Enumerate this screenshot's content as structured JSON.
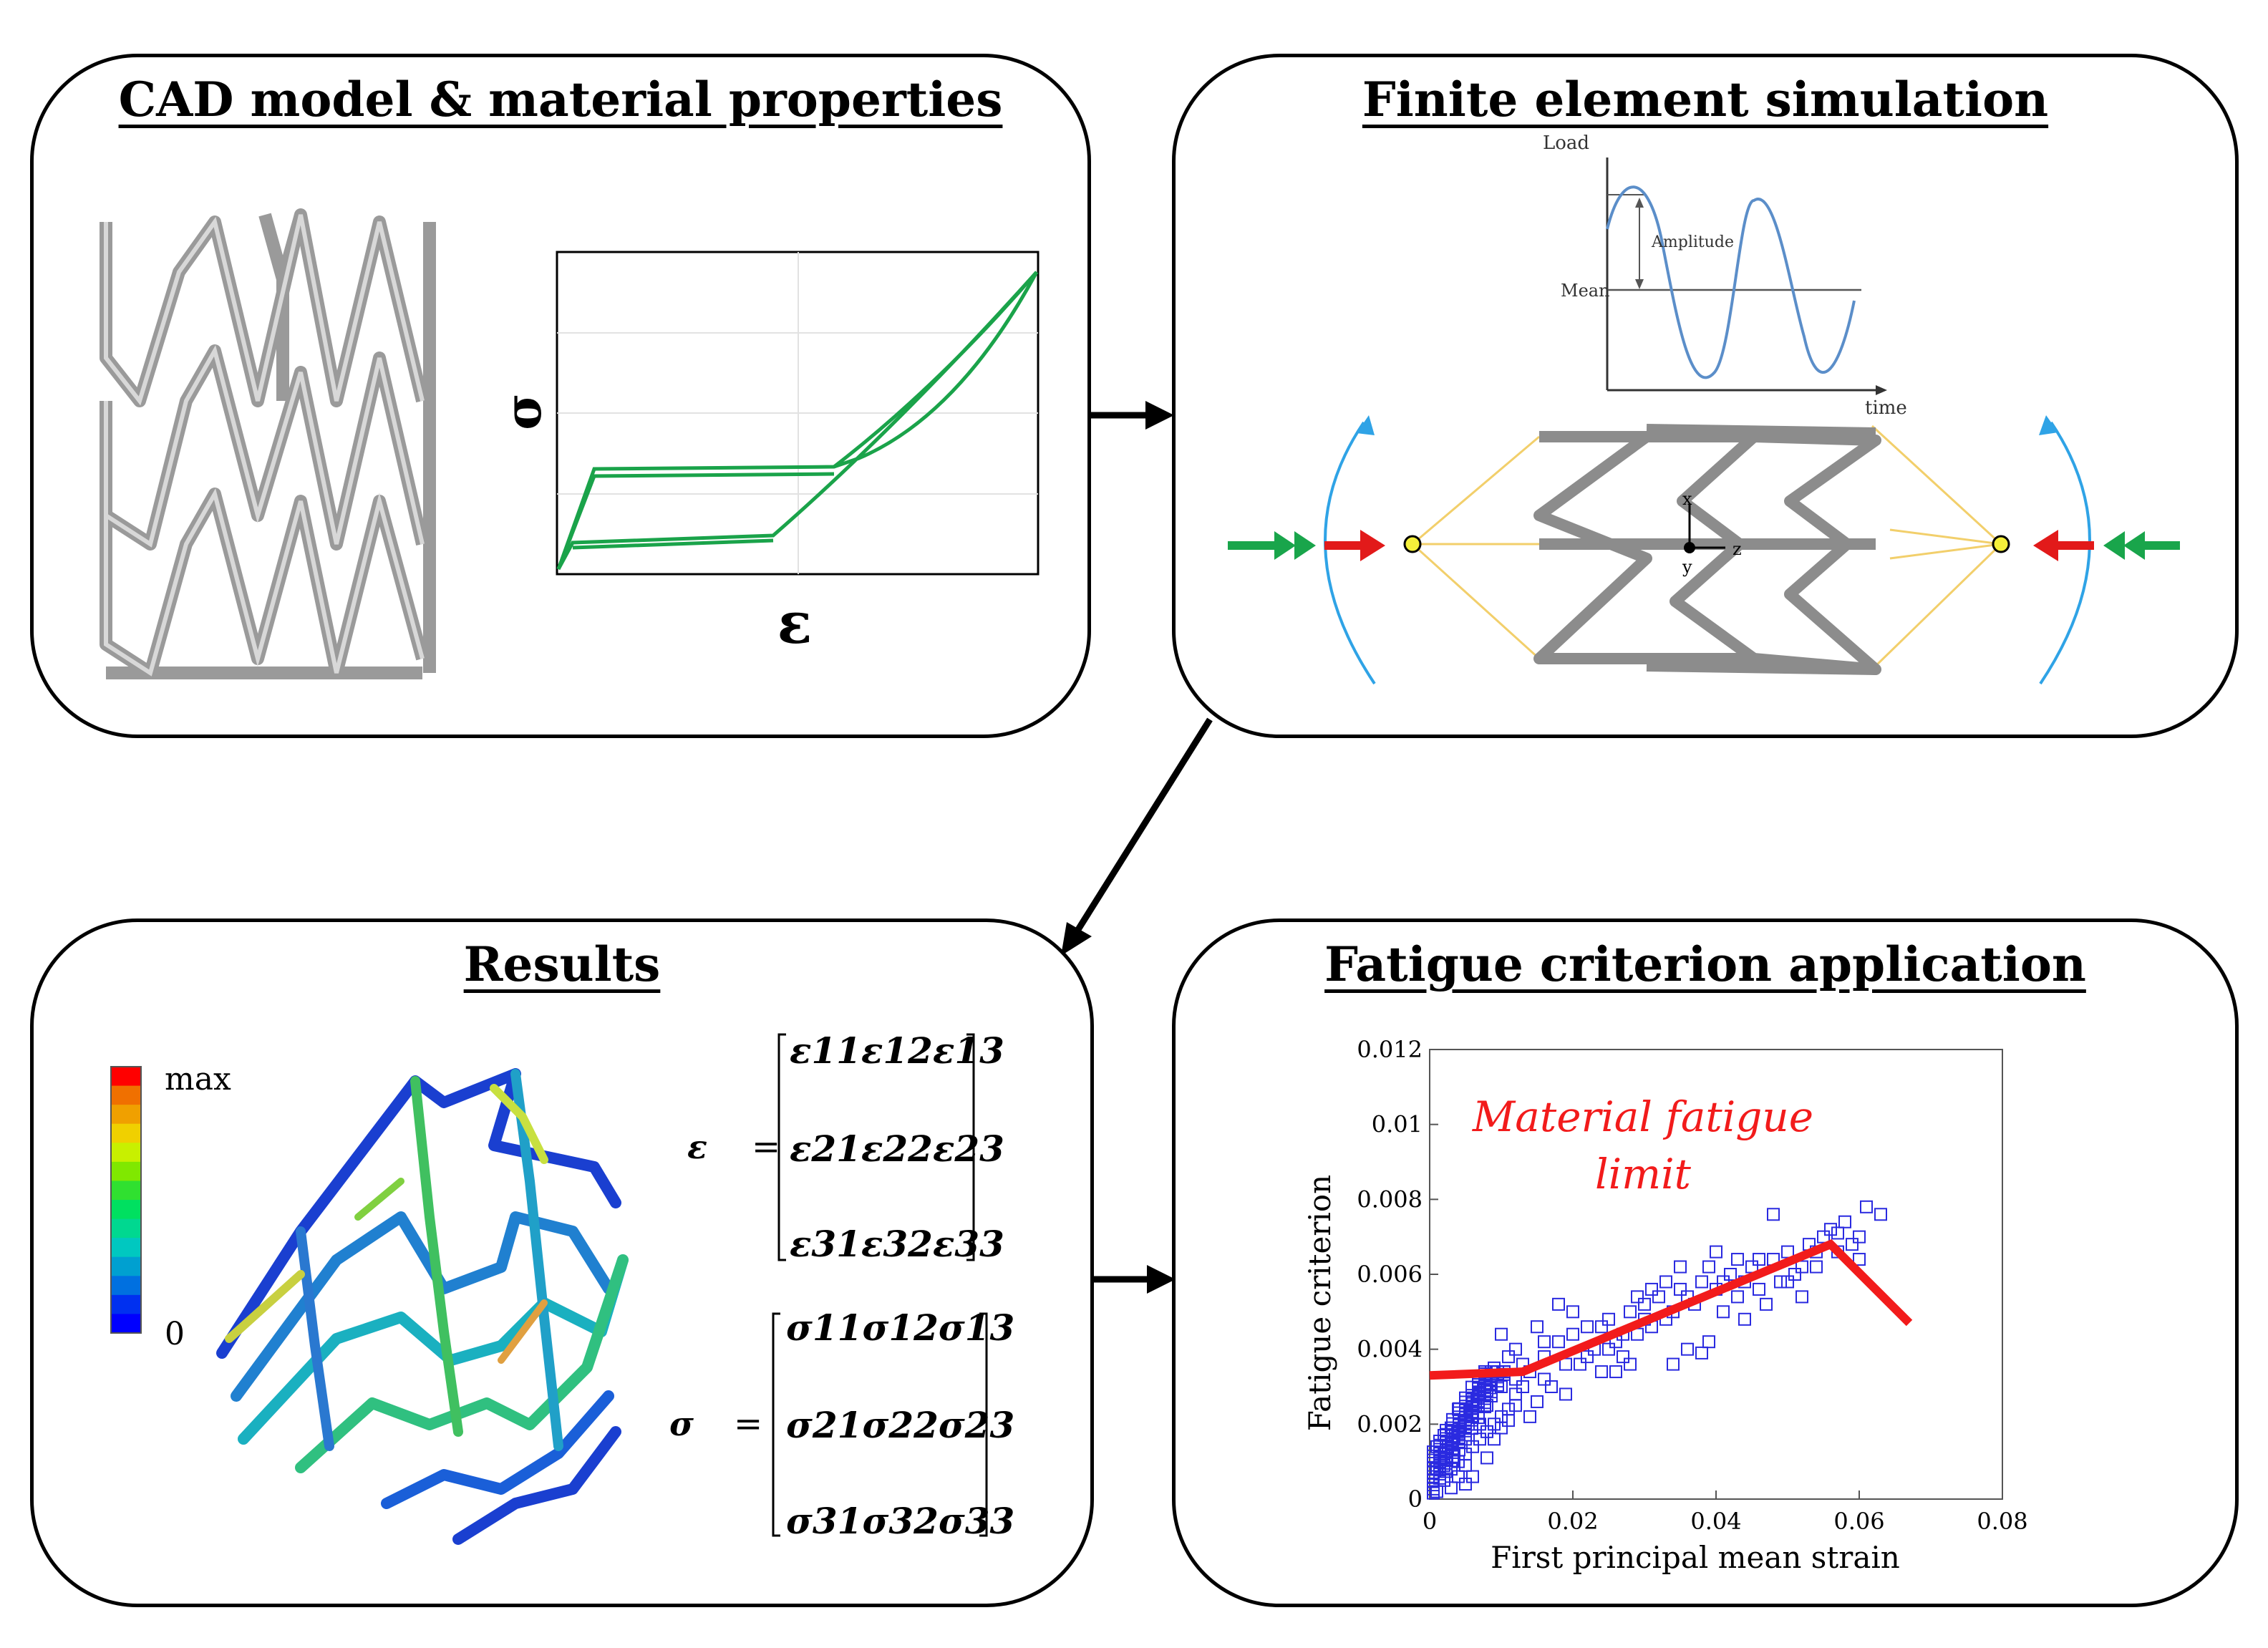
{
  "panels": {
    "cad": {
      "title": "CAD model & material properties",
      "sigma": "σ",
      "eps": "ε"
    },
    "fe": {
      "title": "Finite element simulation",
      "wave": {
        "load": "Load",
        "mean": "Mean",
        "amplitude": "Amplitude",
        "time": "time"
      },
      "axes": {
        "x": "x",
        "y": "y",
        "z": "z"
      }
    },
    "results": {
      "title": "Results",
      "legend": {
        "max": "max",
        "min": "0"
      },
      "legend_colors": [
        "#0000ff",
        "#0030f0",
        "#0070e0",
        "#00a0d0",
        "#00c8c0",
        "#00d890",
        "#00e060",
        "#30e030",
        "#80e800",
        "#c8f000",
        "#f0d000",
        "#f0a000",
        "#f07000",
        "#ff0000"
      ],
      "strain_symbol": "ε",
      "stress_symbol": "σ",
      "equals": "=",
      "strain_rows": [
        [
          "ε11",
          "ε12",
          "ε13"
        ],
        [
          "ε21",
          "ε22",
          "ε23"
        ],
        [
          "ε31",
          "ε32",
          "ε33"
        ]
      ],
      "stress_rows": [
        [
          "σ11",
          "σ12",
          "σ13"
        ],
        [
          "σ21",
          "σ22",
          "σ23"
        ],
        [
          "σ31",
          "σ32",
          "σ33"
        ]
      ]
    },
    "fatigue": {
      "title": "Fatigue criterion application",
      "annotation": [
        "Material fatigue",
        "limit"
      ]
    }
  },
  "chart_data": {
    "type": "scatter",
    "xlabel": "First principal mean strain",
    "ylabel": "Fatigue criterion",
    "xlim": [
      0,
      0.08
    ],
    "ylim": [
      0,
      0.012
    ],
    "xticks": [
      "0",
      "0.02",
      "0.04",
      "0.06",
      "0.08"
    ],
    "yticks": [
      "0",
      "0.002",
      "0.004",
      "0.006",
      "0.008",
      "0.01",
      "0.012"
    ],
    "limit_line": [
      [
        0,
        0.0033
      ],
      [
        0.013,
        0.0034
      ],
      [
        0.056,
        0.0068
      ],
      [
        0.067,
        0.0047
      ]
    ],
    "points": [
      [
        0.001,
        0.0002
      ],
      [
        0.002,
        0.0005
      ],
      [
        0.003,
        0.0008
      ],
      [
        0.004,
        0.001
      ],
      [
        0.005,
        0.0012
      ],
      [
        0.006,
        0.0014
      ],
      [
        0.007,
        0.0016
      ],
      [
        0.008,
        0.0018
      ],
      [
        0.009,
        0.002
      ],
      [
        0.01,
        0.0022
      ],
      [
        0.011,
        0.0024
      ],
      [
        0.012,
        0.0025
      ],
      [
        0.002,
        0.0012
      ],
      [
        0.004,
        0.0018
      ],
      [
        0.006,
        0.0022
      ],
      [
        0.008,
        0.0025
      ],
      [
        0.01,
        0.003
      ],
      [
        0.012,
        0.0032
      ],
      [
        0.003,
        0.0015
      ],
      [
        0.005,
        0.0009
      ],
      [
        0.007,
        0.0028
      ],
      [
        0.009,
        0.0035
      ],
      [
        0.011,
        0.0038
      ],
      [
        0.013,
        0.003
      ],
      [
        0.014,
        0.0034
      ],
      [
        0.015,
        0.0026
      ],
      [
        0.016,
        0.0038
      ],
      [
        0.017,
        0.003
      ],
      [
        0.018,
        0.0042
      ],
      [
        0.019,
        0.0028
      ],
      [
        0.02,
        0.0044
      ],
      [
        0.021,
        0.0036
      ],
      [
        0.022,
        0.0046
      ],
      [
        0.023,
        0.004
      ],
      [
        0.024,
        0.0034
      ],
      [
        0.025,
        0.0048
      ],
      [
        0.026,
        0.0042
      ],
      [
        0.027,
        0.0038
      ],
      [
        0.028,
        0.005
      ],
      [
        0.029,
        0.0044
      ],
      [
        0.03,
        0.0052
      ],
      [
        0.031,
        0.0046
      ],
      [
        0.032,
        0.0054
      ],
      [
        0.033,
        0.0048
      ],
      [
        0.034,
        0.0036
      ],
      [
        0.035,
        0.0056
      ],
      [
        0.036,
        0.004
      ],
      [
        0.037,
        0.0052
      ],
      [
        0.038,
        0.0058
      ],
      [
        0.039,
        0.0042
      ],
      [
        0.04,
        0.0056
      ],
      [
        0.041,
        0.005
      ],
      [
        0.042,
        0.006
      ],
      [
        0.043,
        0.0054
      ],
      [
        0.044,
        0.0048
      ],
      [
        0.045,
        0.0062
      ],
      [
        0.046,
        0.0056
      ],
      [
        0.047,
        0.0052
      ],
      [
        0.048,
        0.0064
      ],
      [
        0.049,
        0.0058
      ],
      [
        0.05,
        0.0066
      ],
      [
        0.051,
        0.006
      ],
      [
        0.052,
        0.0054
      ],
      [
        0.053,
        0.0068
      ],
      [
        0.054,
        0.0062
      ],
      [
        0.055,
        0.007
      ],
      [
        0.056,
        0.0072
      ],
      [
        0.057,
        0.0066
      ],
      [
        0.058,
        0.0074
      ],
      [
        0.059,
        0.0068
      ],
      [
        0.06,
        0.007
      ],
      [
        0.061,
        0.0078
      ],
      [
        0.063,
        0.0076
      ],
      [
        0.048,
        0.0076
      ],
      [
        0.04,
        0.0066
      ],
      [
        0.035,
        0.0062
      ],
      [
        0.03,
        0.0048
      ],
      [
        0.025,
        0.004
      ],
      [
        0.018,
        0.0052
      ],
      [
        0.02,
        0.005
      ],
      [
        0.015,
        0.0046
      ],
      [
        0.016,
        0.0042
      ],
      [
        0.012,
        0.004
      ],
      [
        0.01,
        0.0044
      ],
      [
        0.026,
        0.0034
      ],
      [
        0.028,
        0.0036
      ],
      [
        0.033,
        0.0058
      ],
      [
        0.038,
        0.0039
      ],
      [
        0.044,
        0.0058
      ],
      [
        0.052,
        0.0062
      ],
      [
        0.005,
        0.0004
      ],
      [
        0.006,
        0.0006
      ],
      [
        0.008,
        0.0011
      ],
      [
        0.003,
        0.0003
      ],
      [
        0.004,
        0.0006
      ],
      [
        0.009,
        0.0016
      ],
      [
        0.01,
        0.0019
      ],
      [
        0.011,
        0.0021
      ],
      [
        0.001,
        0.0008
      ],
      [
        0.002,
        0.0009
      ],
      [
        0.007,
        0.002
      ],
      [
        0.005,
        0.0021
      ],
      [
        0.006,
        0.0026
      ],
      [
        0.008,
        0.0029
      ],
      [
        0.004,
        0.0024
      ],
      [
        0.003,
        0.0019
      ],
      [
        0.001,
        0.0014
      ],
      [
        0.002,
        0.0017
      ],
      [
        0.012,
        0.0028
      ],
      [
        0.013,
        0.0036
      ],
      [
        0.014,
        0.0022
      ],
      [
        0.016,
        0.0032
      ],
      [
        0.019,
        0.0036
      ],
      [
        0.022,
        0.0038
      ],
      [
        0.024,
        0.0046
      ],
      [
        0.027,
        0.0044
      ],
      [
        0.029,
        0.0054
      ],
      [
        0.031,
        0.0056
      ],
      [
        0.034,
        0.005
      ],
      [
        0.036,
        0.0054
      ],
      [
        0.039,
        0.0062
      ],
      [
        0.041,
        0.0058
      ],
      [
        0.043,
        0.0064
      ],
      [
        0.046,
        0.0064
      ],
      [
        0.05,
        0.0058
      ],
      [
        0.054,
        0.0066
      ],
      [
        0.057,
        0.0071
      ],
      [
        0.06,
        0.0064
      ]
    ]
  }
}
